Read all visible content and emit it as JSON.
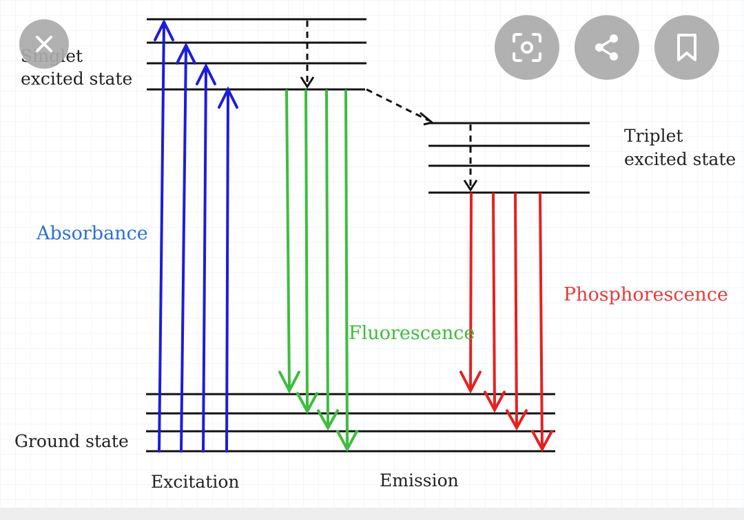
{
  "diagram": {
    "labels": {
      "singlet_line1": "Singlet",
      "singlet_line2": "excited state",
      "triplet_line1": "Triplet",
      "triplet_line2": "excited state",
      "absorbance": "Absorbance",
      "fluorescence": "Fluorescence",
      "phosphorescence": "Phosphorescence",
      "ground_state": "Ground state",
      "excitation": "Excitation",
      "emission": "Emission"
    },
    "colors": {
      "absorbance": "#1c1cdc",
      "fluorescence": "#3dbd3d",
      "phosphorescence": "#e62020",
      "level_lines": "#111111",
      "absorbance_label": "#2a6fdb"
    }
  },
  "overlay": {
    "close_icon": "close-icon",
    "lens_icon": "lens-icon",
    "share_icon": "share-icon",
    "bookmark_icon": "bookmark-icon"
  }
}
